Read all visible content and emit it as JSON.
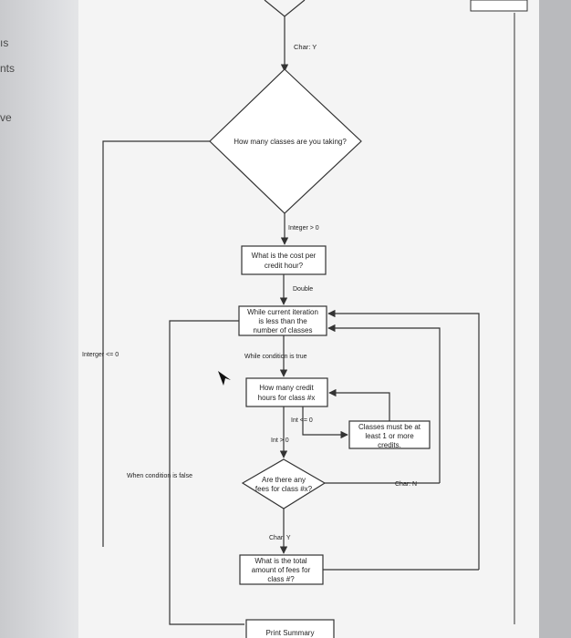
{
  "background_tab_fragments": [
    "ıs",
    "nts",
    "ve"
  ],
  "nodes": {
    "classes_question": "How many classes are you taking?",
    "cost_question": [
      "What is the cost per",
      "credit hour?"
    ],
    "while_loop": [
      "While current iteration",
      "is less than the",
      "number of classes"
    ],
    "credit_hours_question": [
      "How many credit",
      "hours for class #x"
    ],
    "classes_error": [
      "Classes must be at",
      "least 1 or more",
      "credits."
    ],
    "fees_question": [
      "Are there any",
      "fees for class #x?"
    ],
    "fees_amount_question": [
      "What is the total",
      "amount of fees for",
      "class #?"
    ],
    "print_summary": "Print Summary"
  },
  "edges": {
    "char_y_top": "Char: Y",
    "integer_gt_0": "Integer > 0",
    "integer_le_0": "Interger <= 0",
    "double": "Double",
    "while_true": "While condition is true",
    "int_le_0": "Int <= 0",
    "int_gt_0": "Int > 0",
    "when_false": "When condition is false",
    "char_n": "Char: N",
    "char_y_fees": "Char: Y"
  },
  "colors": {
    "page_background": "#cfd0d3",
    "paper": "#f4f4f4",
    "line": "#333333"
  }
}
